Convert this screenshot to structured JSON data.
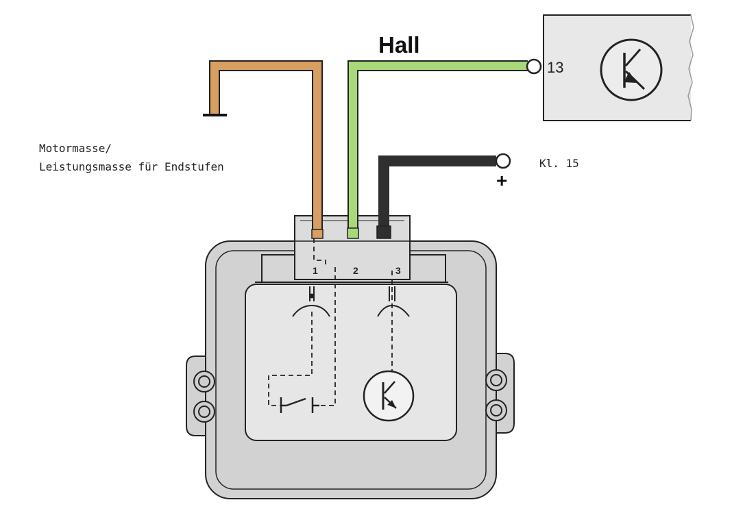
{
  "labels": {
    "hall": "Hall",
    "ground_line1": "Motormasse/",
    "ground_line2": "Leistungsmasse für Endstufen",
    "terminal_15": "Kl. 15",
    "plus_sign": "+",
    "hall_terminal": "13",
    "pin1": "1",
    "pin2": "2",
    "pin3": "3"
  },
  "colors": {
    "wire_brown": "#d7a062",
    "wire_green": "#a8d87a",
    "wire_black": "#2f2f2f",
    "housing": "#d2d2d2",
    "panel": "#e6e6e6",
    "outline": "#222222"
  },
  "icons": {
    "transistor": "transistor-icon",
    "switch": "switch-icon",
    "ground": "ground-symbol"
  }
}
